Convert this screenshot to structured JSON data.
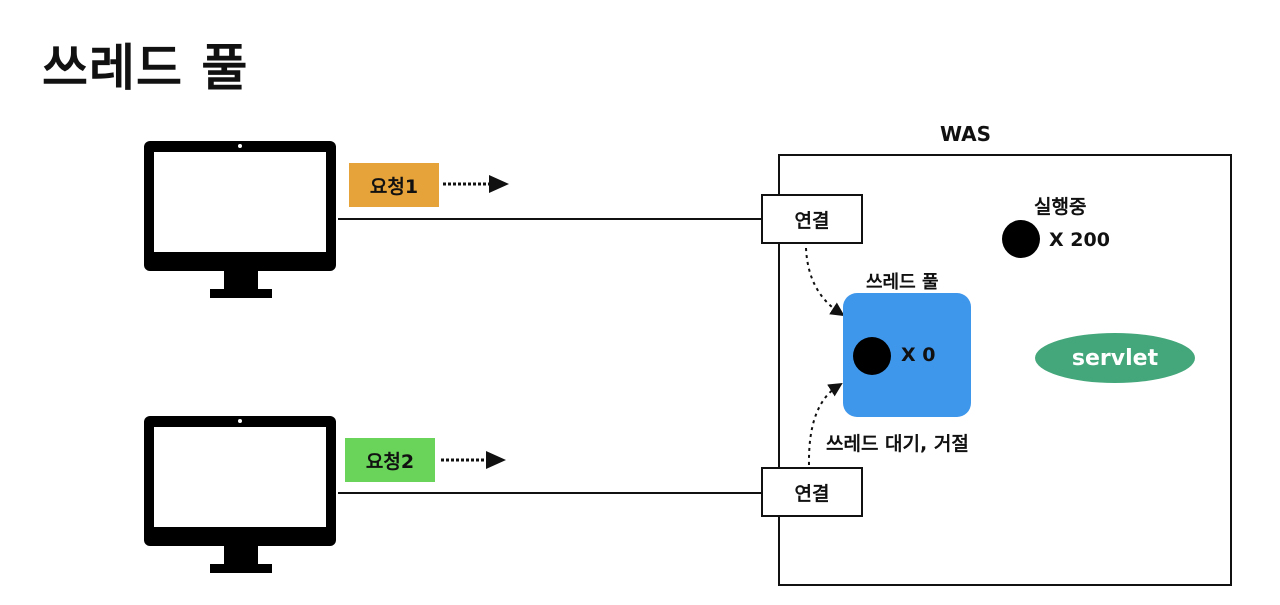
{
  "title": "쓰레드 풀",
  "requests": [
    {
      "label": "요청1",
      "color": "#e6a33a"
    },
    {
      "label": "요청2",
      "color": "#69d35a"
    }
  ],
  "connection_label": "연결",
  "was": {
    "label": "WAS",
    "thread_pool": {
      "label": "쓰레드 풀",
      "count": "X 0",
      "color": "#3f97ec"
    },
    "running": {
      "label": "실행중",
      "count": "X 200"
    },
    "servlet": {
      "label": "servlet",
      "color": "#44a77b"
    },
    "wait_label": "쓰레드 대기, 거절"
  }
}
